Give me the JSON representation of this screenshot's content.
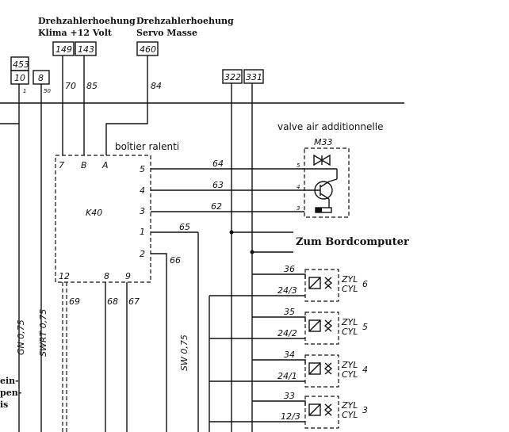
{
  "headers": {
    "klima_line1": "Drehzahlerhoehung",
    "klima_line2": "Klima +12 Volt",
    "servo_line1": "Drehzahlerhoehung",
    "servo_line2": "Servo     Masse"
  },
  "connector_boxes": {
    "b453": "453",
    "b10": "10",
    "b8": "8",
    "b149": "149",
    "b143": "143",
    "b460": "460",
    "b322": "322",
    "b331": "331"
  },
  "wire_numbers": {
    "w1": "1",
    "w50": "50",
    "w70": "70",
    "w85": "85",
    "w84": "84",
    "w64": "64",
    "w63": "63",
    "w62": "62",
    "w65": "65",
    "w66": "66",
    "w69": "69",
    "w68": "68",
    "w67": "67",
    "w36": "36",
    "w35": "35",
    "w34": "34",
    "w33": "33"
  },
  "k40": {
    "name": "K40",
    "pin7": "7",
    "pinB": "B",
    "pinA": "A",
    "pin5": "5",
    "pin4": "4",
    "pin3": "3",
    "pin1": "1",
    "pin2": "2",
    "pin12": "12",
    "pin8": "8",
    "pin9": "9",
    "annotation": "boîtier ralenti"
  },
  "m33": {
    "name": "M33",
    "annotation": "valve air additionnelle",
    "pin5": "5",
    "pin4": "4",
    "pin3": "3"
  },
  "bordcomputer": "Zum Bordcomputer",
  "injectors": [
    {
      "wire": "36",
      "term": "24/3",
      "label": "ZYL 6"
    },
    {
      "wire": "35",
      "term": "24/2",
      "label": "ZYL 5"
    },
    {
      "wire": "34",
      "term": "24/1",
      "label": "ZYL 4"
    },
    {
      "wire": "33",
      "term": "12/3",
      "label": "ZYL 3"
    }
  ],
  "inj_labels": {
    "zyl": "ZYL",
    "cyl": "CYL",
    "n6": "6",
    "n5": "5",
    "n4": "4",
    "n3": "3"
  },
  "cables": {
    "gn": "GN 0,75",
    "swrt": "SWRT 0,75",
    "sw": "SW 0,75"
  },
  "partial_text": {
    "l1": "ein-",
    "l2": "pen-",
    "l3": "is"
  }
}
